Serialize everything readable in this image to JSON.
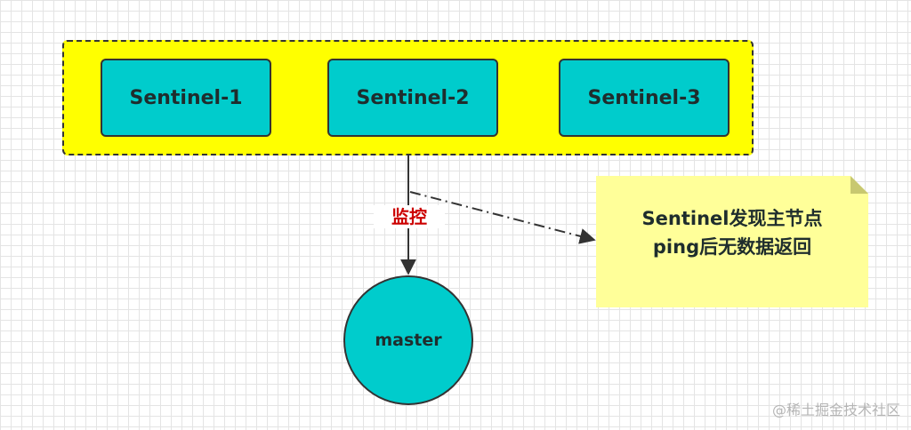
{
  "sentinels": [
    {
      "label": "Sentinel-1"
    },
    {
      "label": "Sentinel-2"
    },
    {
      "label": "Sentinel-3"
    }
  ],
  "edge_label": "监控",
  "master": {
    "label": "master"
  },
  "note": {
    "line1": "Sentinel发现主节点",
    "line2": "ping后无数据返回"
  },
  "watermark": "@稀土掘金技术社区",
  "colors": {
    "group_fill": "#ffff00",
    "node_fill": "#00cccc",
    "note_fill": "#ffff99",
    "edge_label_color": "#cc0000",
    "stroke": "#333333"
  }
}
